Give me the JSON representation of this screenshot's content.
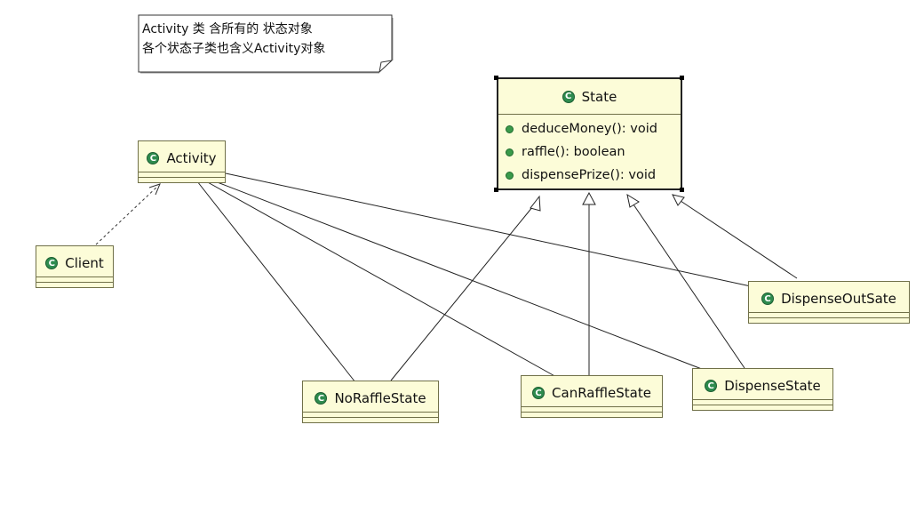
{
  "note": {
    "line1": "Activity 类 含所有的 状态对象",
    "line2": "各个状态子类也含义Activity对象"
  },
  "classes": {
    "activity": "Activity",
    "client": "Client",
    "state": "State",
    "no_raffle": "NoRaffleState",
    "can_raffle": "CanRaffleState",
    "dispense": "DispenseState",
    "dispense_out": "DispenseOutSate"
  },
  "class_icon_letter": "C",
  "state_operations": [
    "deduceMoney(): void",
    "raffle(): boolean",
    "dispensePrize(): void"
  ],
  "colors": {
    "class_fill": "#fcfcd8",
    "class_icon": "#2e8b4e"
  }
}
